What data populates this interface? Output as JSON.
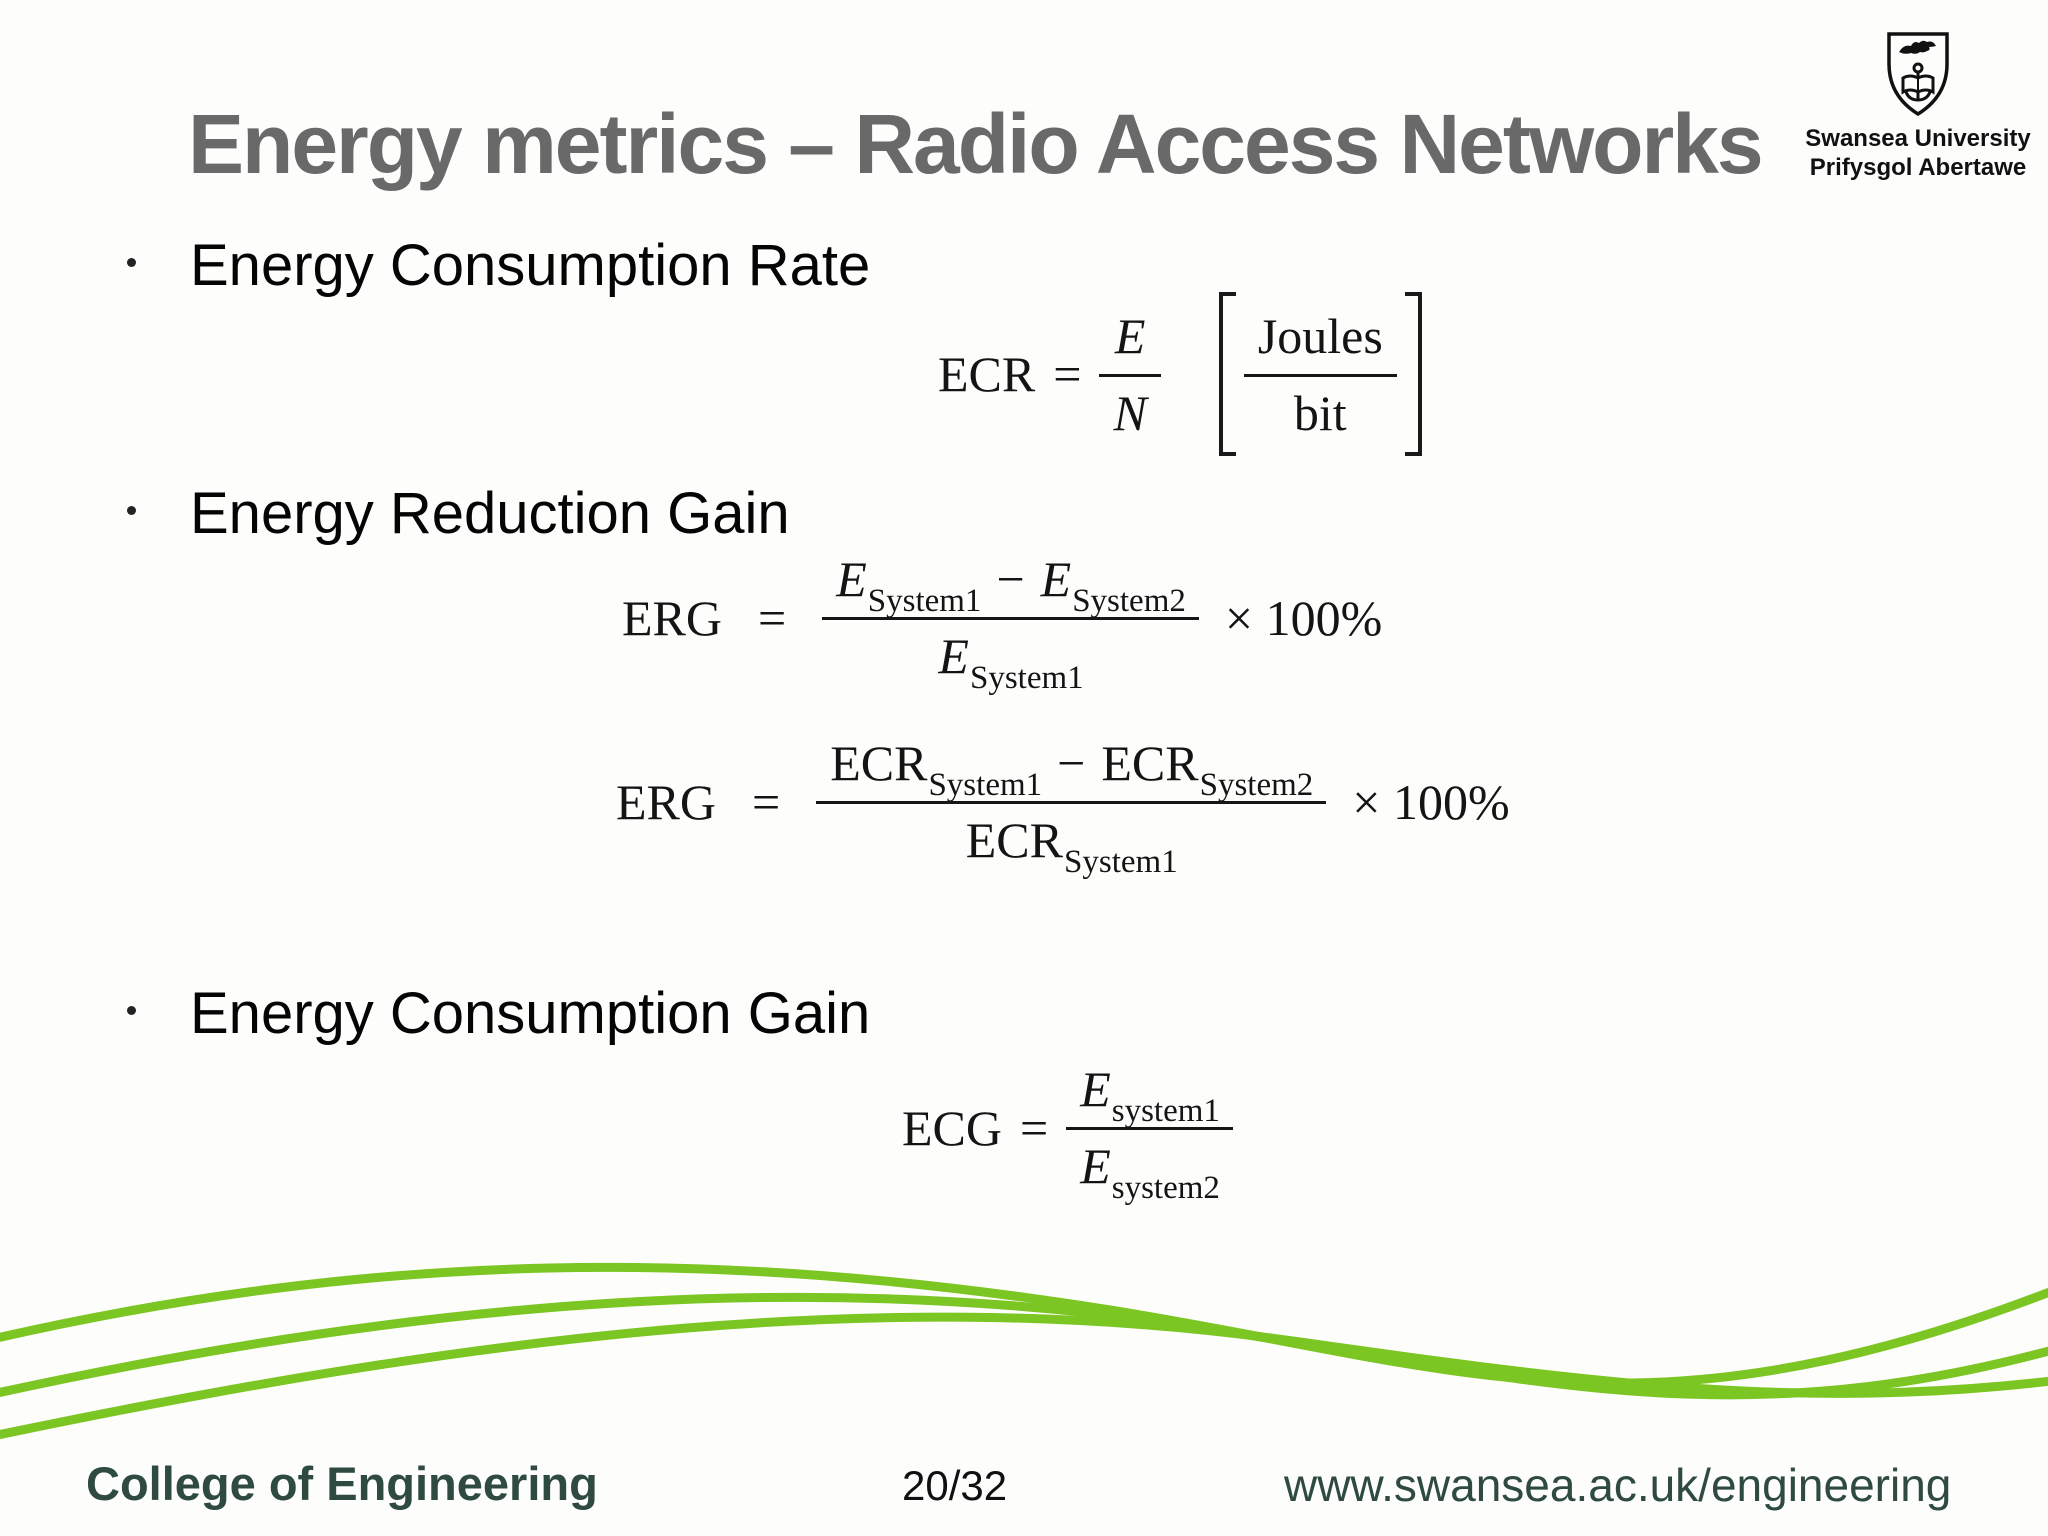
{
  "title": "Energy metrics – Radio Access Networks",
  "logo": {
    "line1": "Swansea University",
    "line2": "Prifysgol Abertawe"
  },
  "bullets": [
    {
      "label": "Energy Consumption Rate"
    },
    {
      "label": "Energy Reduction Gain"
    },
    {
      "label": "Energy Consumption Gain"
    }
  ],
  "formulas": {
    "ecr": {
      "lhs": "ECR",
      "eq": "=",
      "num": "E",
      "den": "N",
      "unit_num": "Joules",
      "unit_den": "bit"
    },
    "erg_energy": {
      "lhs": "ERG",
      "eq": "=",
      "num_var_a": "E",
      "num_sub_a": "System1",
      "minus": "−",
      "num_var_b": "E",
      "num_sub_b": "System2",
      "den_var": "E",
      "den_sub": "System1",
      "factor": "× 100%"
    },
    "erg_ecr": {
      "lhs": "ERG",
      "eq": "=",
      "num_var_a": "ECR",
      "num_sub_a": "System1",
      "minus": "−",
      "num_var_b": "ECR",
      "num_sub_b": "System2",
      "den_var": "ECR",
      "den_sub": "System1",
      "factor": "× 100%"
    },
    "ecg": {
      "lhs": "ECG",
      "eq": "=",
      "num_var": "E",
      "num_sub": "system1",
      "den_var": "E",
      "den_sub": "system2"
    }
  },
  "footer": {
    "college": "College of Engineering",
    "page": "20/32",
    "url": "www.swansea.ac.uk/engineering"
  },
  "colors": {
    "title_gray": "#696969",
    "body_black": "#050505",
    "footer_green": "#2e4a41",
    "wave_green": "#7cc623"
  }
}
